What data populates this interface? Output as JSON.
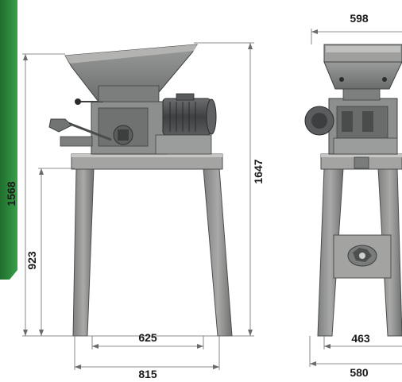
{
  "dimensions": {
    "side_height_total": "1568",
    "side_height_table": "923",
    "side_height_hopper": "1647",
    "side_inner_width": "625",
    "side_outer_width": "815",
    "front_top_width": "598",
    "front_inner_width": "463",
    "front_outer_width": "580"
  },
  "colors": {
    "green_panel": "#2e8b3c",
    "steel_light": "#b5b6b4",
    "steel_mid": "#8f9190",
    "steel_dark": "#5b5d5d",
    "motor": "#4a4c4e"
  }
}
